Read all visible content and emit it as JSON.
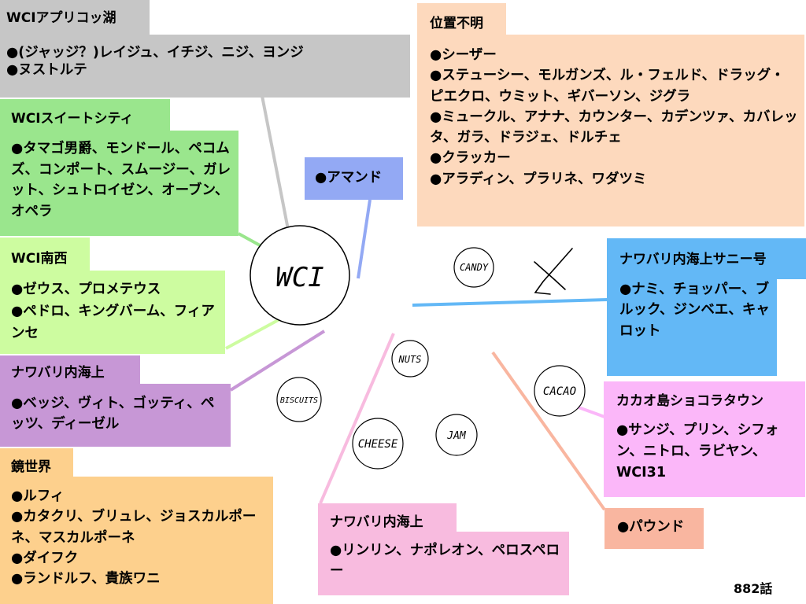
{
  "colors": {
    "grey": "#c6c6c6",
    "green": "#9ae68d",
    "lightgreen": "#cdfca0",
    "purple": "#c797d6",
    "orange": "#fdd08d",
    "peach": "#fdd9bd",
    "blue": "#63b8f6",
    "periwinkle": "#93a9f4",
    "pink": "#fbb7f9",
    "lightpink": "#f8bbdf",
    "salmon": "#f9b6a0"
  },
  "center": {
    "label": "WCI"
  },
  "islands": [
    {
      "id": "candy",
      "label": "CANDY"
    },
    {
      "id": "nuts",
      "label": "NUTS"
    },
    {
      "id": "biscuits",
      "label": "BISCUITS"
    },
    {
      "id": "cheese",
      "label": "CHEESE"
    },
    {
      "id": "jam",
      "label": "JAM"
    },
    {
      "id": "cacao",
      "label": "CACAO"
    }
  ],
  "groups": {
    "apricot": {
      "title": "WCIアプリコッ湖",
      "lines": [
        "●(ジャッジ？)レイジュ、イチジ、ニジ、ヨンジ",
        "●ヌストルテ"
      ]
    },
    "sweetcity": {
      "title": "WCIスイートシティ",
      "lines": [
        "●タマゴ男爵、モンドール、ペコムズ、コンポート、スムージー、ガレット、シュトロイゼン、オーブン、オペラ"
      ]
    },
    "southwest": {
      "title": "WCI南西",
      "lines": [
        "●ゼウス、プロメテウス",
        "●ペドロ、キングバーム、フィアンセ"
      ]
    },
    "nawabari1": {
      "title": "ナワバリ内海上",
      "lines": [
        "●ベッジ、ヴィト、ゴッティ、ペッツ、ディーゼル"
      ]
    },
    "mirror": {
      "title": "鏡世界",
      "lines": [
        "●ルフィ",
        "●カタクリ、ブリュレ、ジョスカルポーネ、マスカルポーネ",
        "●ダイフク",
        "●ランドルフ、貴族ワニ"
      ]
    },
    "unknown": {
      "title": "位置不明",
      "lines": [
        "●シーザー",
        "●ステューシー、モルガンズ、ル・フェルド、ドラッグ・ピエクロ、ウミット、ギバーソン、ジグラ",
        "●ミュークル、アナナ、カウンター、カデンツァ、カバレッタ、ガラ、ドラジェ、ドルチェ",
        "●クラッカー",
        "●アラディン、プラリネ、ワダツミ"
      ]
    },
    "amande": {
      "lines": [
        "●アマンド"
      ]
    },
    "sunny": {
      "title": "ナワバリ内海上サニー号",
      "lines": [
        "●ナミ、チョッパー、ブルック、ジンベエ、キャロット"
      ]
    },
    "cacao": {
      "title": "カカオ島ショコラタウン",
      "lines": [
        "●サンジ、プリン、シフォン、ニトロ、ラビヤン、WCI31"
      ]
    },
    "nawabari2": {
      "title": "ナワバリ内海上",
      "lines": [
        "●リンリン、ナポレオン、ペロスペロー"
      ]
    },
    "pound": {
      "lines": [
        "●パウンド"
      ]
    }
  },
  "footer": {
    "chapter": "882話"
  }
}
